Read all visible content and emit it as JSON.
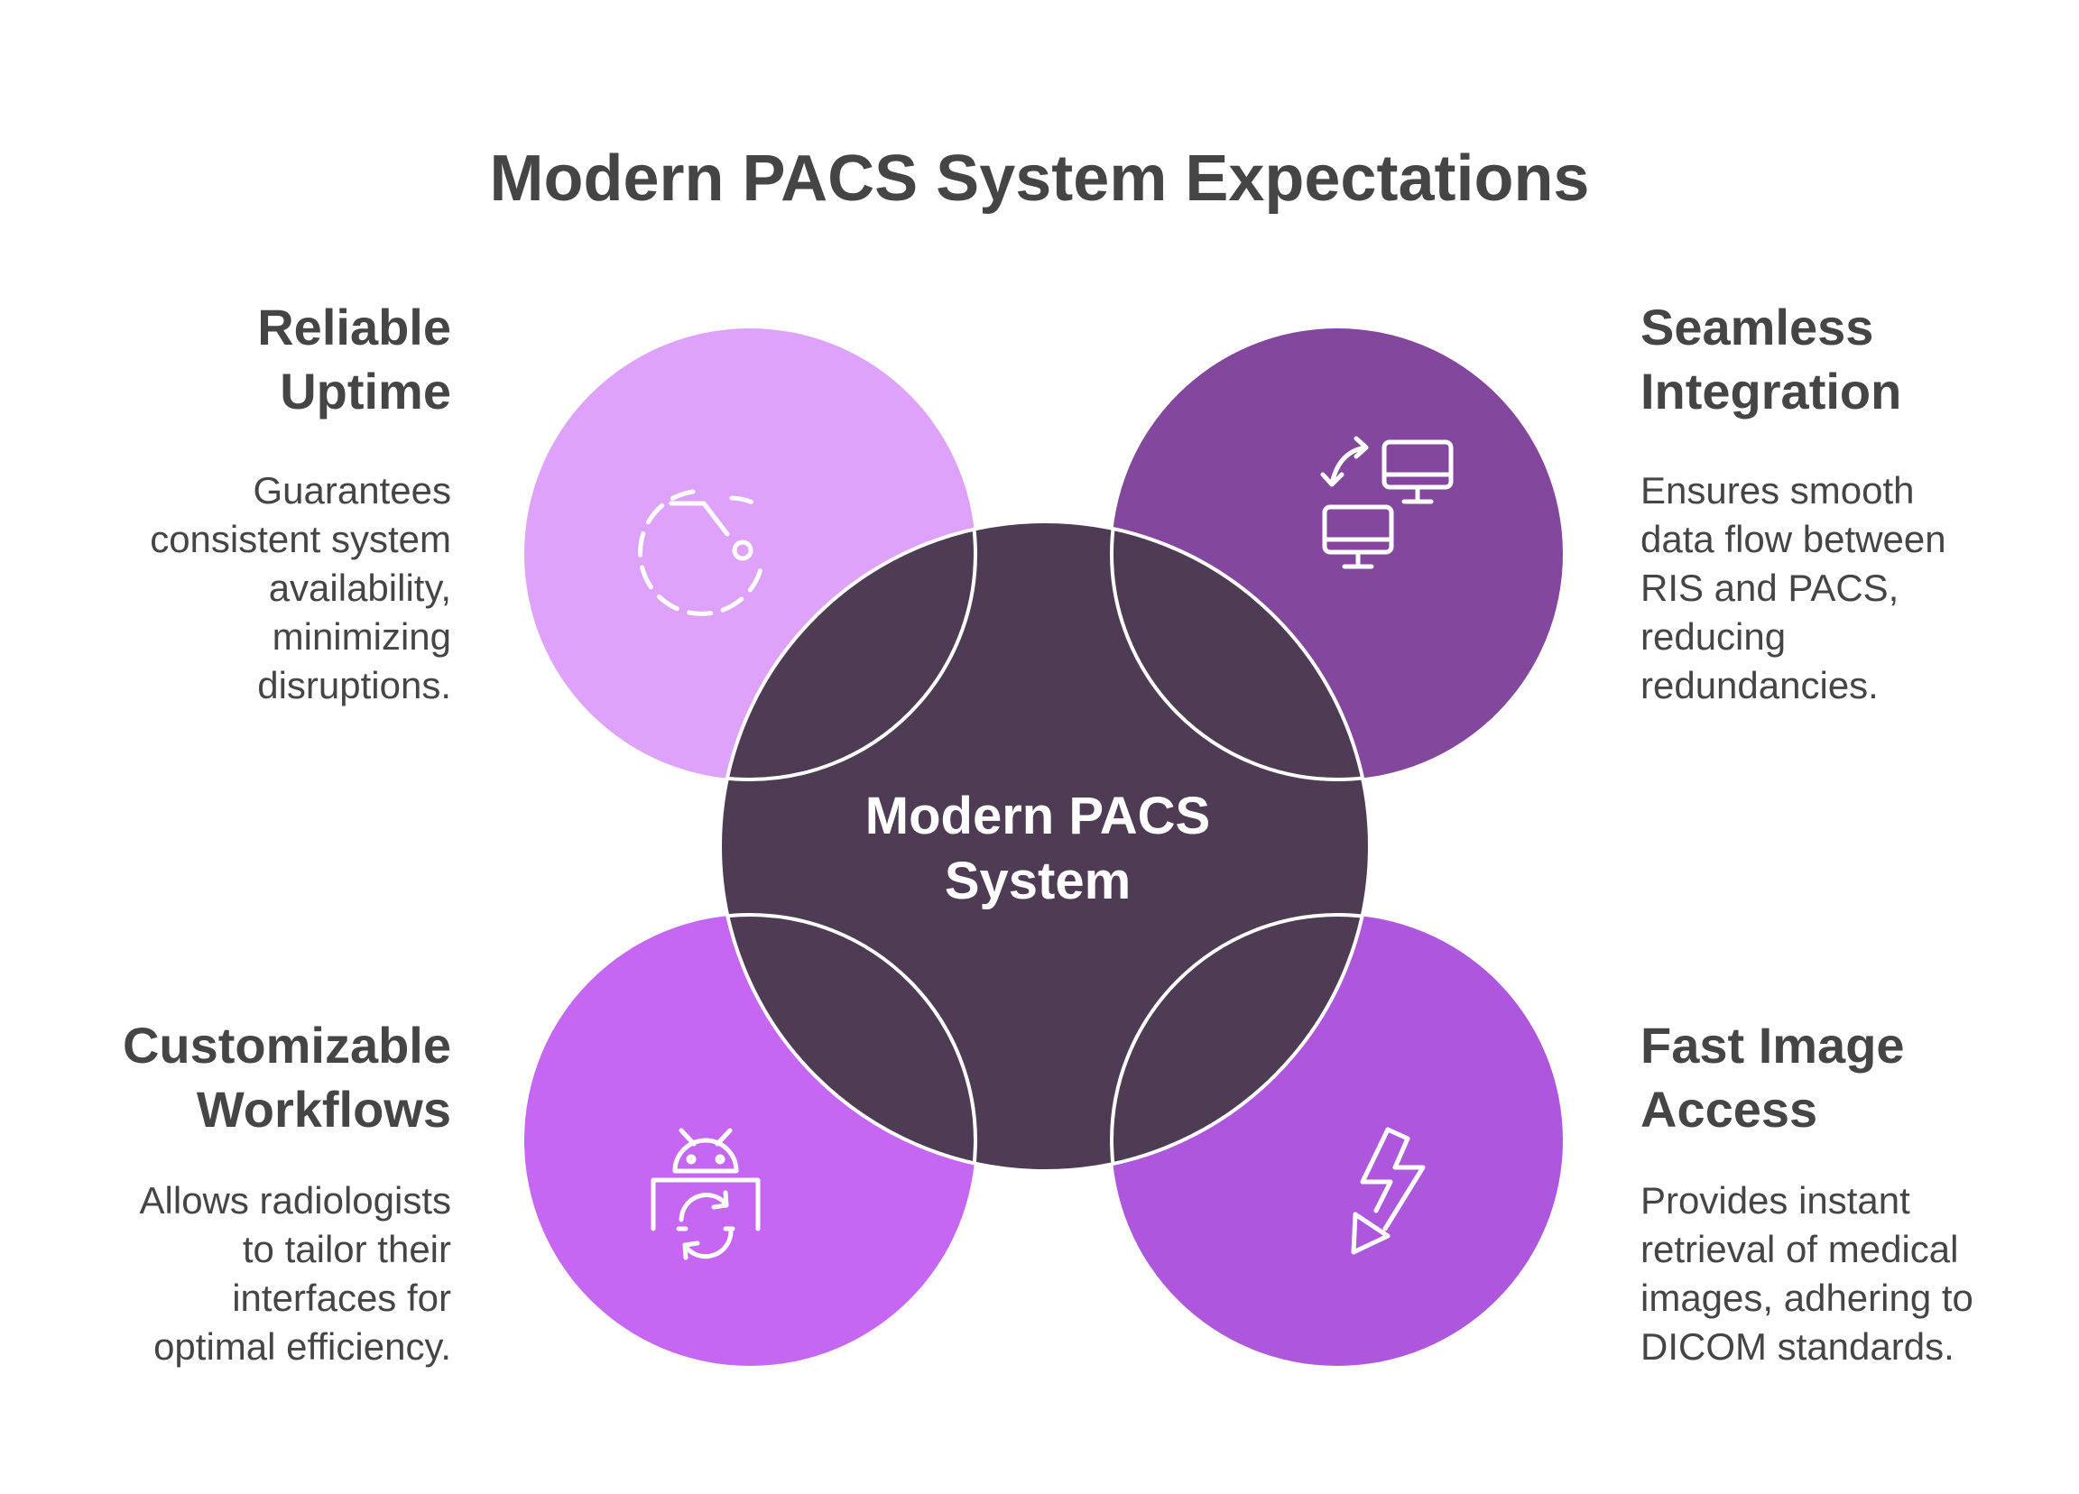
{
  "title": "Modern PACS System Expectations",
  "center": {
    "line1": "Modern PACS",
    "line2": "System"
  },
  "colors": {
    "center": "#4e3c55",
    "reliable": "#dfa2fb",
    "seamless": "#83479e",
    "customizable": "#c567f2",
    "fast": "#ad57dc",
    "text": "#454545"
  },
  "items": {
    "reliable": {
      "icon": "clock-dashed-icon",
      "heading": [
        "Reliable",
        "Uptime"
      ],
      "desc": [
        "Guarantees",
        "consistent system",
        "availability,",
        "minimizing",
        "disruptions."
      ]
    },
    "seamless": {
      "icon": "monitors-sync-icon",
      "heading": [
        "Seamless",
        "Integration"
      ],
      "desc": [
        "Ensures smooth",
        "data flow between",
        "RIS and PACS,",
        "reducing",
        "redundancies."
      ]
    },
    "customizable": {
      "icon": "android-sync-icon",
      "heading": [
        "Customizable",
        "Workflows"
      ],
      "desc": [
        "Allows radiologists",
        "to tailor their",
        "interfaces for",
        "optimal efficiency."
      ]
    },
    "fast": {
      "icon": "lightning-bolt-icon",
      "heading": [
        "Fast Image",
        "Access"
      ],
      "desc": [
        "Provides instant",
        "retrieval of medical",
        "images, adhering to",
        "DICOM standards."
      ]
    }
  }
}
